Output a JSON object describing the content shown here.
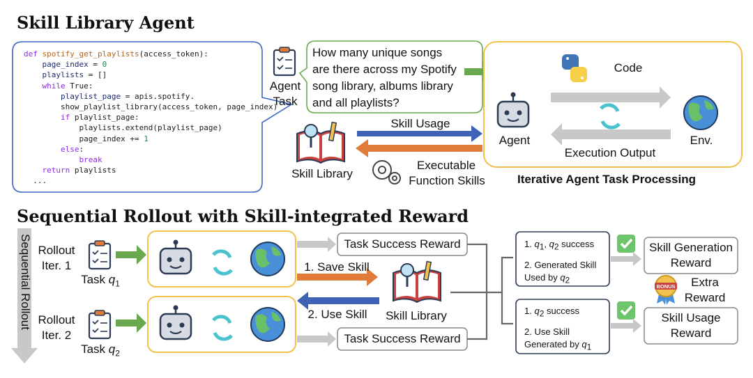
{
  "top": {
    "title": "Skill Library Agent",
    "code_lines": [
      "def spotify_get_playlists(access_token):",
      "    page_index = 0",
      "    playlists = []",
      "    while True:",
      "        playlist_page = apis.spotify.",
      "        show_playlist_library(access_token, page_index)",
      "        if playlist_page:",
      "            playlists.extend(playlist_page)",
      "            page_index += 1",
      "        else:",
      "            break",
      "    return playlists",
      "  ..."
    ],
    "agent_task_label_1": "Agent",
    "agent_task_label_2": "Task",
    "question_lines": [
      "How many unique songs",
      "are there across my Spotify",
      "song library, albums library",
      "and all playlists?"
    ],
    "skill_usage": "Skill Usage",
    "skill_library": "Skill Library",
    "executable_1": "Executable",
    "executable_2": "Function Skills",
    "code_label": "Code",
    "agent_label": "Agent",
    "env_label": "Env.",
    "execution_output": "Execution Output",
    "iterative_caption": "Iterative Agent Task Processing"
  },
  "bottom": {
    "title": "Sequential Rollout with Skill-integrated Reward",
    "sequential_rollout": "Sequential Rollout",
    "rollout1_line1": "Rollout",
    "rollout1_line2": "Iter. 1",
    "rollout2_line1": "Rollout",
    "rollout2_line2": "Iter. 2",
    "task_word": "Task",
    "q1": "q",
    "q1_sub": "1",
    "q2_sub": "2",
    "task_success_reward": "Task Success Reward",
    "save_skill": "1. Save Skill",
    "use_skill": "2. Use Skill",
    "skill_library": "Skill Library",
    "cond1_line1_suffix": " success",
    "cond1_line2": "2. Generated Skill",
    "cond1_line3": "Used by ",
    "cond2_line1_suffix": " success",
    "cond2_line2": "2. Use Skill",
    "cond2_line3": "Generated by ",
    "skill_generation_reward_1": "Skill Generation",
    "skill_generation_reward_2": "Reward",
    "skill_usage_reward_1": "Skill Usage",
    "skill_usage_reward_2": "Reward",
    "extra_1": "Extra",
    "extra_2": "Reward",
    "bonus": "BONUS"
  },
  "colors": {
    "blue_border": "#3a66c4",
    "green_border": "#6aa84f",
    "yellow_border": "#f2c14e",
    "green_arrow": "#6aa84f",
    "blue_arrow": "#3e63b6",
    "orange_arrow": "#e07b39",
    "gray_arrow": "#c8c8c8"
  }
}
